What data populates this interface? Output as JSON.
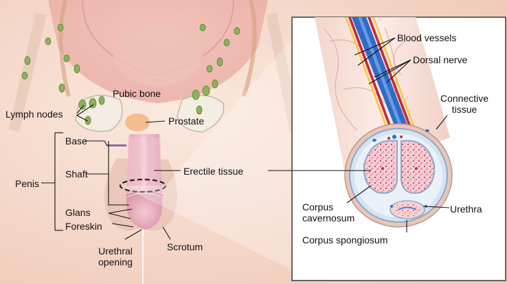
{
  "labels": {
    "pubic_bone": "Pubic bone",
    "lymph_nodes": "Lymph nodes",
    "prostate": "Prostate",
    "base": "Base",
    "penis": "Penis",
    "shaft": "Shaft",
    "erectile_tissue": "Erectile tissue",
    "glans": "Glans",
    "foreskin": "Foreskin",
    "urethral_opening_line1": "Urethral",
    "urethral_opening_line2": "opening",
    "scrotum": "Scrotum",
    "blood_vessels": "Blood vessels",
    "dorsal_nerve": "Dorsal nerve",
    "connective_tissue_line1": "Connective",
    "connective_tissue_line2": "tissue",
    "urethra": "Urethra",
    "corpus_cavernosum_line1": "Corpus",
    "corpus_cavernosum_line2": "cavernosum",
    "corpus_spongiosum": "Corpus spongiosum"
  },
  "colors": {
    "skin": "#f6ddd0",
    "penis": "#eab4c2",
    "erectile": "#f3c3cf",
    "vessel_blue": "#2f6cc7",
    "vessel_red": "#c72a3a",
    "lymph_green": "#8bb35a",
    "inset_border": "#444444"
  }
}
